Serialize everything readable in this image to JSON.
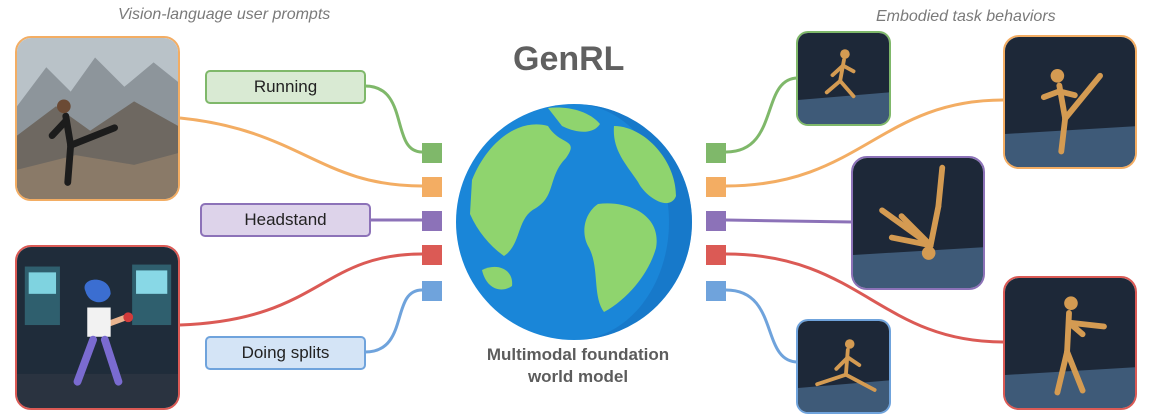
{
  "headings": {
    "left": "Vision-language user prompts",
    "right": "Embodied task behaviors"
  },
  "model": {
    "title": "GenRL",
    "subtitle_line1": "Multimodal foundation",
    "subtitle_line2": "world model"
  },
  "prompts": {
    "running": "Running",
    "headstand": "Headstand",
    "splits": "Doing splits"
  },
  "images": {
    "input_photo": "martial-arts-kick-photo",
    "input_anime": "anime-fighter-arcade-illustration",
    "out_running": "humanoid-running",
    "out_kick": "humanoid-high-kick",
    "out_headstand": "humanoid-headstand",
    "out_punch": "humanoid-punch",
    "out_splits": "humanoid-splits",
    "globe": "earth-globe-icon"
  },
  "colors": {
    "green": "#7fb86a",
    "orange": "#f3ad63",
    "purple": "#8c72b8",
    "red": "#db5a55",
    "blue": "#6fa3dc",
    "green_fill": "#d9ead3",
    "purple_fill": "#ddd3ea",
    "blue_fill": "#d4e4f6",
    "ocean": "#1a86d8",
    "land": "#8fd46e"
  }
}
